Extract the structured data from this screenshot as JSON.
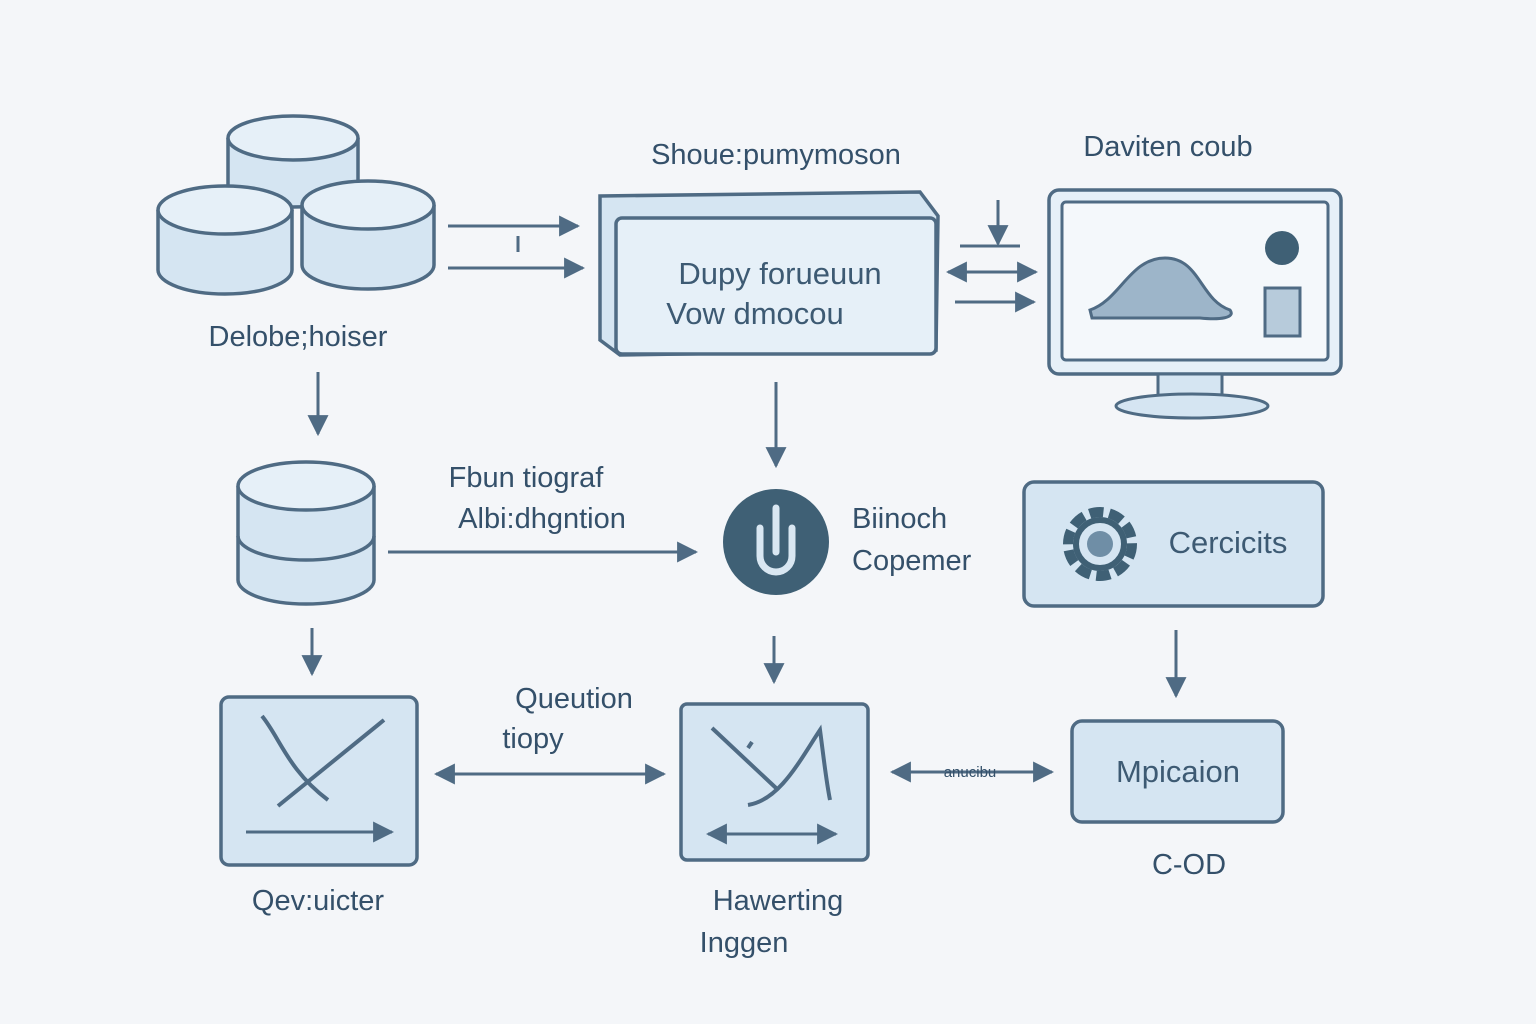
{
  "diagram": {
    "nodes": {
      "top_left": {
        "label": "Delobe;hoiser",
        "icon": "database-stack-icon"
      },
      "top_center": {
        "title": "Shoue:pumymoson",
        "line1": "Dupy forueuun",
        "line2": "Vow dmocou"
      },
      "top_right": {
        "title": "Daviten coub",
        "icon": "monitor-chart-icon"
      },
      "mid_left": {
        "icon": "database-icon"
      },
      "mid_left_edge": {
        "line1": "Fbun tiograf",
        "line2": "Albi:dhgntion"
      },
      "mid_center": {
        "line1": "Biinoch",
        "line2": "Copemer",
        "icon": "power-icon"
      },
      "mid_right": {
        "label": "Cercicits",
        "icon": "gear-icon"
      },
      "bottom_left": {
        "label": "Qev:uicter",
        "icon": "chart-panel-icon"
      },
      "bottom_left_edge": {
        "line1": "Queution",
        "line2": "tiopy"
      },
      "bottom_center": {
        "line1": "Hawerting",
        "line2": "Inggen",
        "icon": "chart-panel-icon"
      },
      "bottom_center_edge": {
        "label": "anucibu"
      },
      "bottom_right": {
        "label": "Mpicaion",
        "caption": "C-OD"
      }
    }
  },
  "colors": {
    "background": "#f4f6f9",
    "fill": "#d5e5f2",
    "stroke": "#4f6b84",
    "text": "#34506a",
    "dark": "#3f6075"
  }
}
